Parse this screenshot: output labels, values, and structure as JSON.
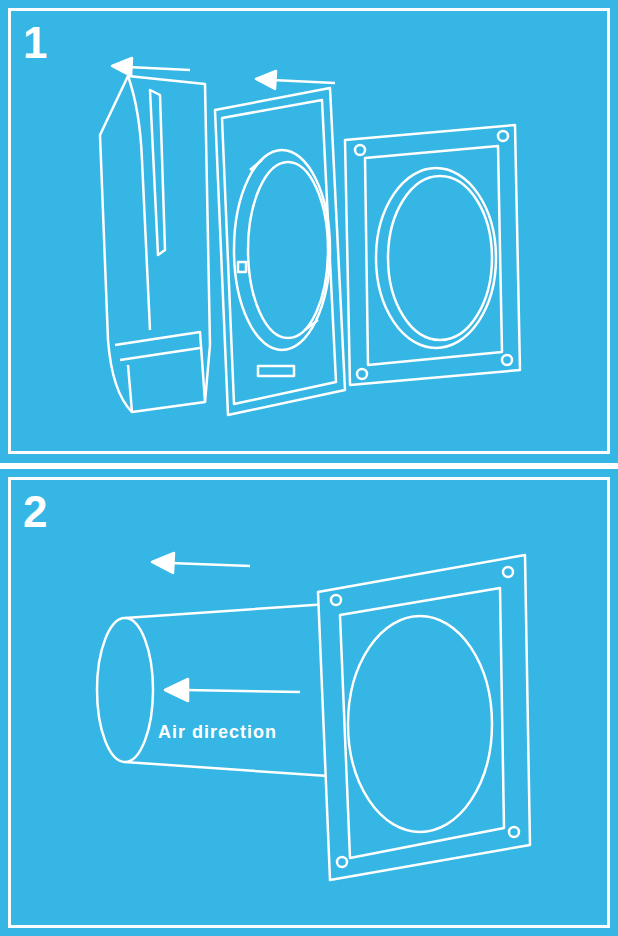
{
  "diagram": {
    "nodes": [
      {
        "text": [
          "1"
        ]
      },
      {
        "text": [
          "2"
        ]
      }
    ],
    "labels": [
      "Air direction"
    ]
  }
}
